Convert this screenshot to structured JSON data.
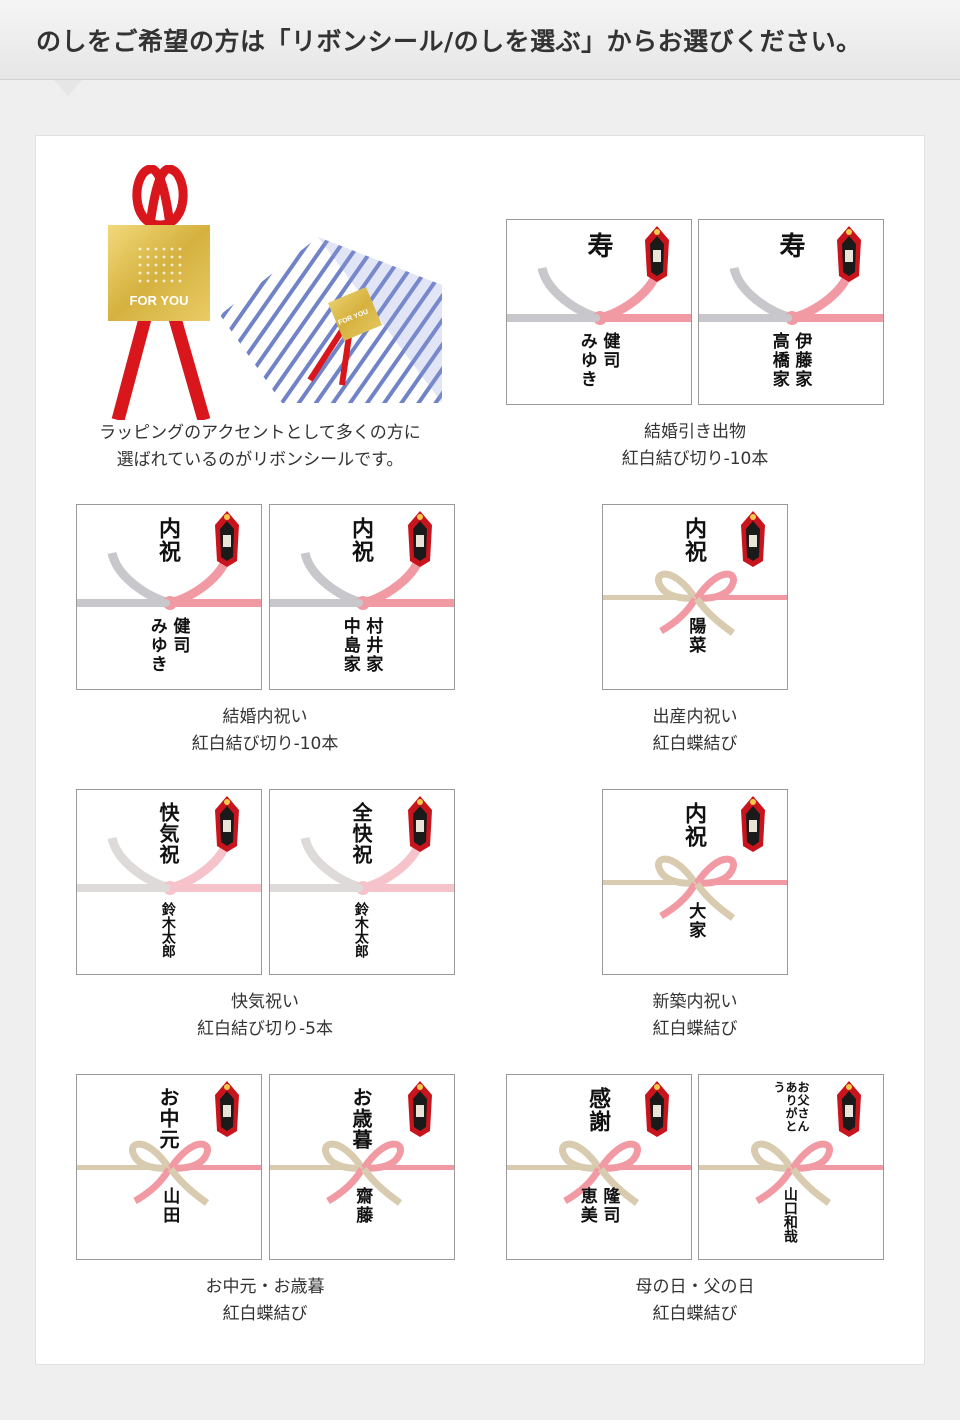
{
  "banner": {
    "text": "のしをご希望の方は「リボンシール/のしを選ぶ」からお選びください。"
  },
  "ribbon_seal": {
    "seal_text": "FOR YOU",
    "small_seal_text": "FOR YOU",
    "caption_line1": "ラッピングのアクセントとして多くの方に",
    "caption_line2": "選ばれているのがリボンシールです。"
  },
  "noshi_groups": [
    {
      "caption_line1": "結婚引き出物",
      "caption_line2": "紅白結び切り-10本",
      "cards": [
        {
          "title": "寿",
          "names": [
            "健司",
            "みゆき"
          ]
        },
        {
          "title": "寿",
          "names": [
            "伊藤家",
            "高橋家"
          ]
        }
      ]
    },
    {
      "caption_line1": "結婚内祝い",
      "caption_line2": "紅白結び切り-10本",
      "cards": [
        {
          "title": "内祝",
          "names": [
            "健司",
            "みゆき"
          ]
        },
        {
          "title": "内祝",
          "names": [
            "村井家",
            "中島家"
          ]
        }
      ]
    },
    {
      "caption_line1": "出産内祝い",
      "caption_line2": "紅白蝶結び",
      "cards": [
        {
          "title": "内祝",
          "names": [
            "陽菜"
          ]
        }
      ]
    },
    {
      "caption_line1": "快気祝い",
      "caption_line2": "紅白結び切り-5本",
      "cards": [
        {
          "title": "快気祝",
          "names": [
            "鈴木太郎"
          ]
        },
        {
          "title": "全快祝",
          "names": [
            "鈴木太郎"
          ]
        }
      ]
    },
    {
      "caption_line1": "新築内祝い",
      "caption_line2": "紅白蝶結び",
      "cards": [
        {
          "title": "内祝",
          "names": [
            "大家"
          ]
        }
      ]
    },
    {
      "caption_line1": "お中元・お歳暮",
      "caption_line2": "紅白蝶結び",
      "cards": [
        {
          "title": "お中元",
          "names": [
            "山田"
          ]
        },
        {
          "title": "お歳暮",
          "names": [
            "齋藤"
          ]
        }
      ]
    },
    {
      "caption_line1": "母の日・父の日",
      "caption_line2": "紅白蝶結び",
      "cards": [
        {
          "title": "感謝",
          "names": [
            "隆司",
            "恵美"
          ]
        },
        {
          "title": "お父さんありがとう",
          "names": [
            "山口和哉"
          ]
        }
      ]
    }
  ],
  "colors": {
    "ribbon_red": "#d8161b",
    "seal_gold": "#d9b94a",
    "stripe_blue": "#6d7ec4",
    "cord_red": "#f29aa3",
    "cord_white": "#c8c8cc",
    "cord_gold": "#d8cbb0"
  }
}
